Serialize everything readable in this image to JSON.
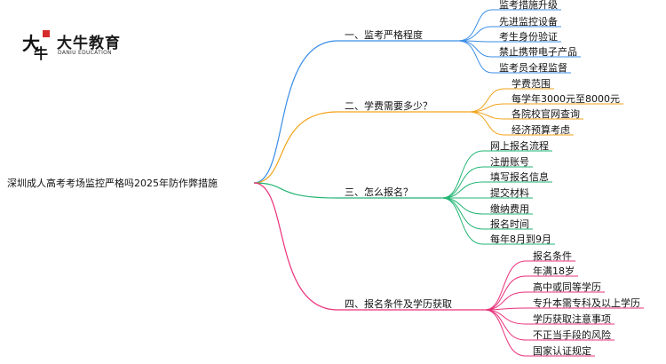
{
  "logo": {
    "cn": "大牛教育",
    "en": "DANIU EDUCATION",
    "mark": "大牛"
  },
  "root": "深圳成人高考考场监控严格吗2025年防作弊措施",
  "colors": {
    "blue": "#3a8ee6",
    "orange": "#f2a31b",
    "green": "#22b573",
    "pink": "#e8307a"
  },
  "branches": [
    {
      "label": "一、监考严格程度",
      "color": "blue",
      "children": [
        "监考措施升级",
        "先进监控设备",
        "考生身份验证",
        "禁止携带电子产品",
        "监考员全程监督"
      ]
    },
    {
      "label": "二、学费需要多少？",
      "color": "orange",
      "children": [
        "学费范围",
        "每学年3000元至8000元",
        "各院校官网查询",
        "经济预算考虑"
      ]
    },
    {
      "label": "三、怎么报名？",
      "color": "green",
      "children": [
        "网上报名流程",
        "注册账号",
        "填写报名信息",
        "提交材料",
        "缴纳费用",
        "报名时间",
        "每年8月到9月"
      ]
    },
    {
      "label": "四、报名条件及学历获取",
      "color": "pink",
      "children": [
        "报名条件",
        "年满18岁",
        "高中或同等学历",
        "专升本需专科及以上学历",
        "学历获取注意事项",
        "不正当手段的风险",
        "国家认证规定"
      ]
    }
  ]
}
